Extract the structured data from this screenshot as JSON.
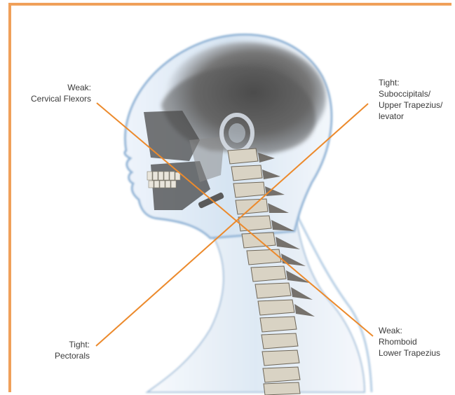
{
  "labels": {
    "top_left": {
      "line1": "Weak:",
      "line2": "Cervical Flexors"
    },
    "top_right": {
      "line1": "Tight:",
      "line2": "Suboccipitals/",
      "line3": "Upper Trapezius/",
      "line4": "levator"
    },
    "bottom_left": {
      "line1": "Tight:",
      "line2": "Pectorals"
    },
    "bottom_right": {
      "line1": "Weak:",
      "line2": "Rhomboid",
      "line3": "Lower Trapezius"
    }
  },
  "colors": {
    "border": "#f0a05a",
    "cross_lines": "#ec8a2c",
    "body_glow": "#a9c8e6",
    "bone": "#d9d3c4"
  },
  "icons": [
    "head-neck-xray-illustration"
  ]
}
